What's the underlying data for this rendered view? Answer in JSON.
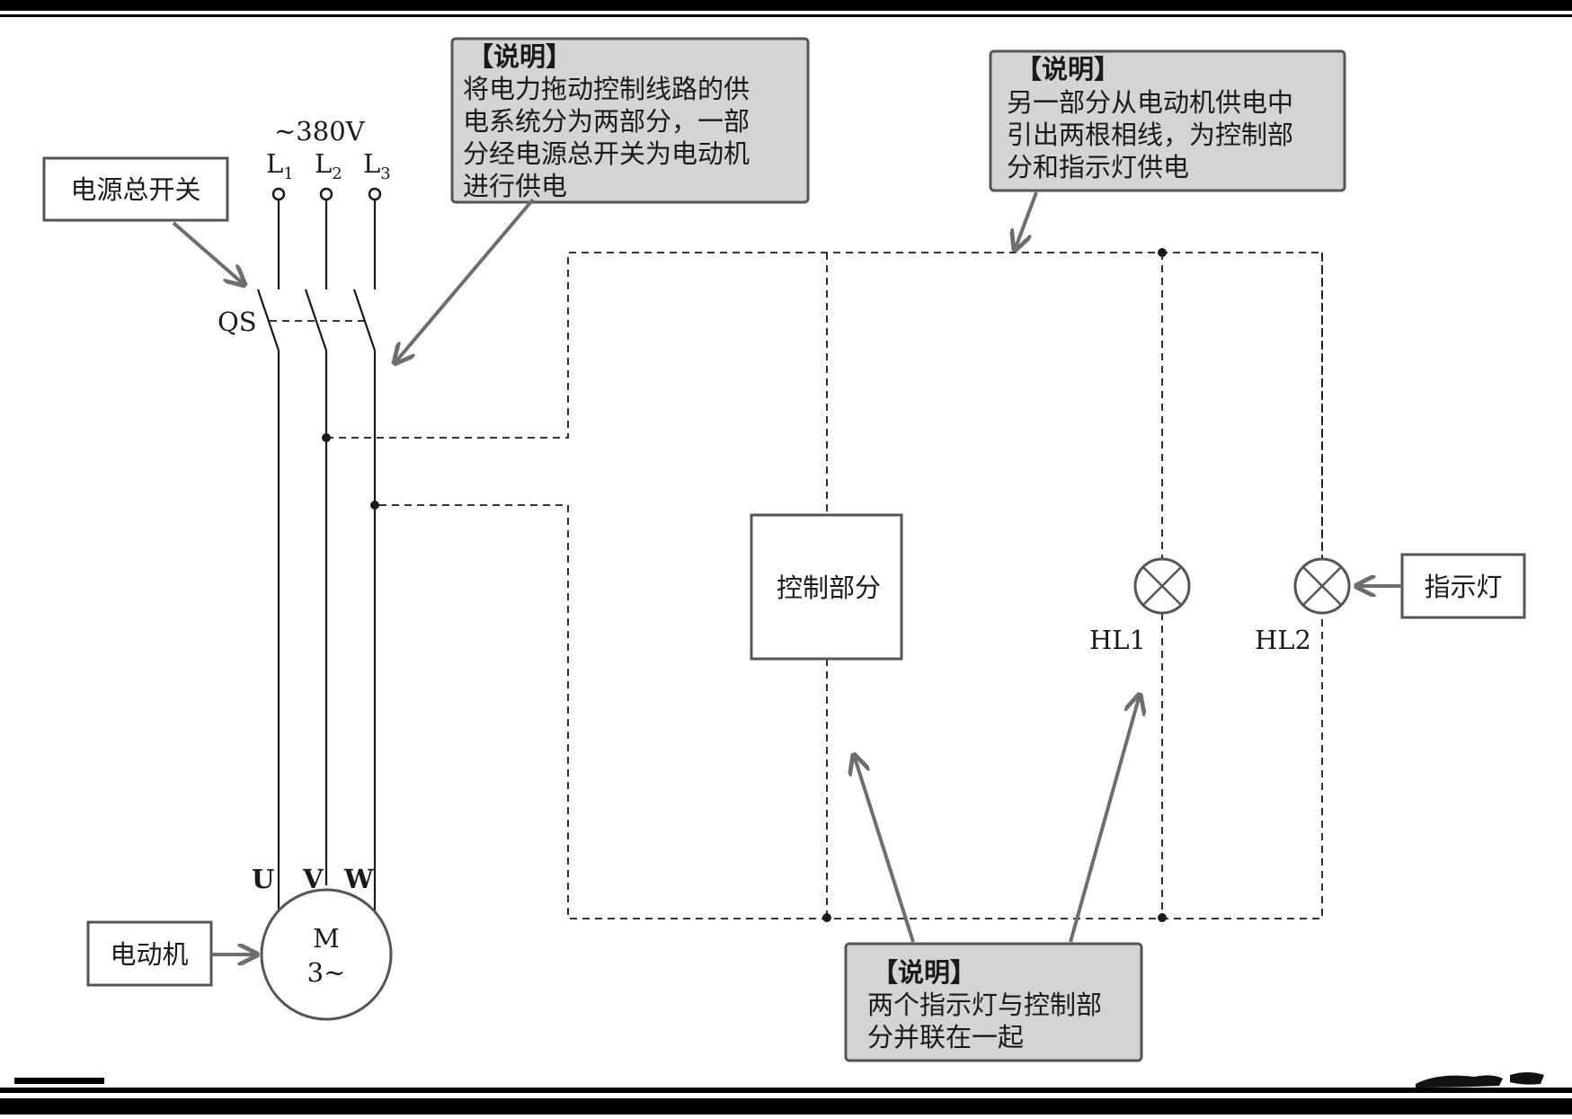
{
  "colors": {
    "callout_fill": "#d4d4d4",
    "callout_border": "#555555",
    "arrow": "#6e6e6e",
    "line": "#1a1a1a"
  },
  "supply": {
    "voltage": "~380V",
    "l1": "L",
    "l1_sub": "1",
    "l2": "L",
    "l2_sub": "2",
    "l3": "L",
    "l3_sub": "3"
  },
  "switch": {
    "label": "QS"
  },
  "motor": {
    "u": "U",
    "v": "V",
    "w": "W",
    "symbol": "M",
    "phase": "3~"
  },
  "boxes": {
    "main_switch": "电源总开关",
    "motor": "电动机",
    "control": "控制部分",
    "indicator": "指示灯"
  },
  "lamps": {
    "hl1": "HL1",
    "hl2": "HL2"
  },
  "callouts": {
    "note1": {
      "title": "【说明】",
      "lines": [
        "将电力拖动控制线路的供",
        "电系统分为两部分，一部",
        "分经电源总开关为电动机",
        "进行供电"
      ]
    },
    "note2": {
      "title": "【说明】",
      "lines": [
        "另一部分从电动机供电中",
        "引出两根相线，为控制部",
        "分和指示灯供电"
      ]
    },
    "note3": {
      "title": "【说明】",
      "lines": [
        "两个指示灯与控制部",
        "分并联在一起"
      ]
    }
  }
}
